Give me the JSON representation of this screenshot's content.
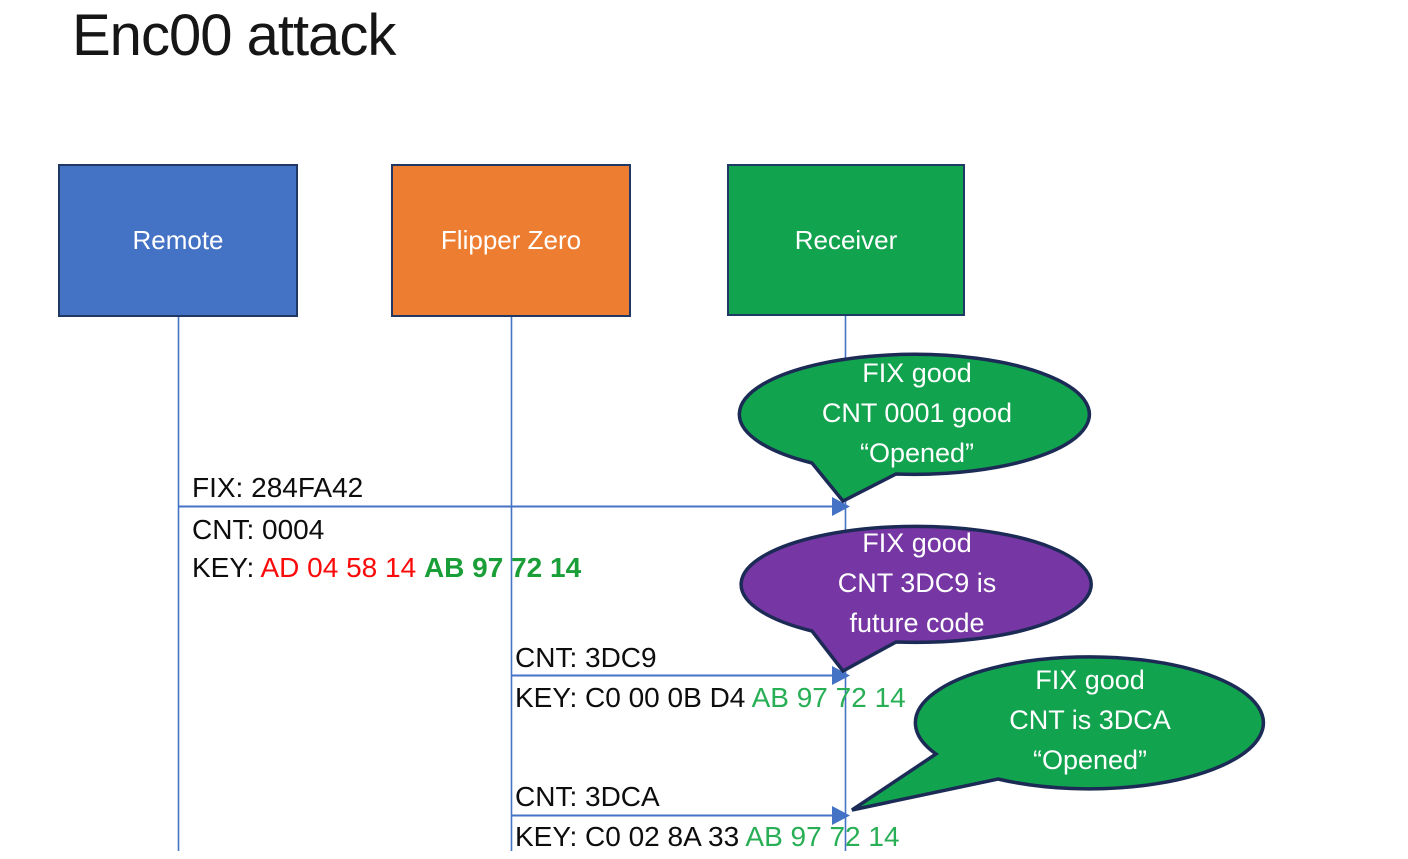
{
  "title": "Enc00 attack",
  "actors": [
    {
      "label": "Remote",
      "fill": "#4472C4"
    },
    {
      "label": "Flipper Zero",
      "fill": "#ED7D31"
    },
    {
      "label": "Receiver",
      "fill": "#12A34F"
    }
  ],
  "messages": [
    {
      "from": "Remote",
      "to": "Receiver",
      "line1": "FIX: 284FA42",
      "line2": "CNT: 0004",
      "key_prefix": "KEY: ",
      "key_red": "AD 04 58 14 ",
      "key_green": "AB 97 72 14"
    },
    {
      "from": "Flipper Zero",
      "to": "Receiver",
      "line1": "CNT: 3DC9",
      "key_prefix": "KEY: C0 00 0B D4 ",
      "key_green": "AB 97 72 14"
    },
    {
      "from": "Flipper Zero",
      "to": "Receiver",
      "line1": "CNT: 3DCA",
      "key_prefix": "KEY: C0 02 8A 33 ",
      "key_green": "AB 97 72 14"
    }
  ],
  "callouts": [
    {
      "fill": "#12A34F",
      "lines": [
        "FIX good",
        "CNT 0001 good",
        "“Opened”"
      ]
    },
    {
      "fill": "#7636A3",
      "lines": [
        "FIX good",
        "CNT 3DC9 is",
        "future code"
      ]
    },
    {
      "fill": "#12A34F",
      "lines": [
        "FIX good",
        "CNT is 3DCA",
        "“Opened”"
      ]
    }
  ],
  "colors": {
    "arrow_blue": "#4472C4",
    "actor_border": "#1F3864",
    "bubble_border": "#1C2B55",
    "text_black": "#0D0D0D",
    "key_red": "#FB0A0A",
    "key_green_bold": "#1A9E38",
    "key_green": "#28AF55",
    "bubble_text": "#FFFFFF"
  }
}
